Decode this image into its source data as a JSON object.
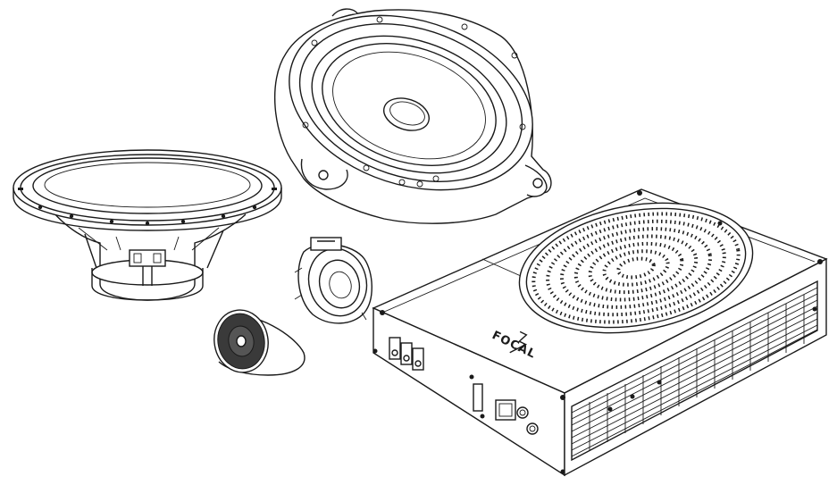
{
  "brand": {
    "logo_text": "FOCAL"
  },
  "colors": {
    "line": "#1a1a1a",
    "background": "#ffffff"
  },
  "items": [
    {
      "name": "midbass-woofer-driver",
      "icon": "woofer-icon"
    },
    {
      "name": "mounting-adapter-with-speaker",
      "icon": "speaker-adapter-icon"
    },
    {
      "name": "tweeter-driver",
      "icon": "tweeter-icon"
    },
    {
      "name": "tweeter-pod-housing",
      "icon": "tweeter-pod-icon"
    },
    {
      "name": "underseat-subwoofer-enclosure",
      "icon": "subwoofer-icon"
    }
  ]
}
